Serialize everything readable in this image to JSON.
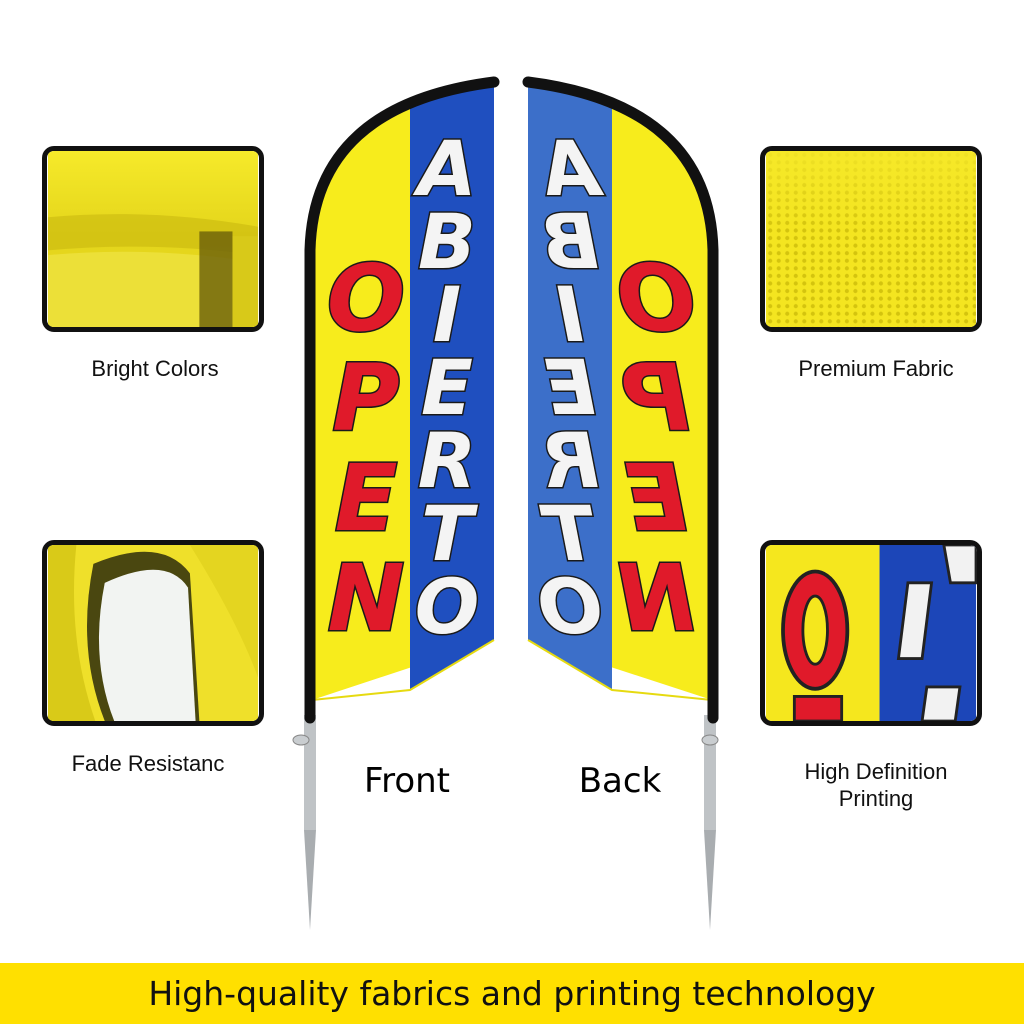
{
  "features": {
    "bright_colors": "Bright Colors",
    "premium_fabric": "Premium Fabric",
    "fade_resistance": "Fade Resistanc",
    "hd_printing_line1": "High Definition",
    "hd_printing_line2": "Printing"
  },
  "flags": {
    "front_label": "Front",
    "back_label": "Back",
    "word_red": "OPEN",
    "word_white": "ABIERTO"
  },
  "banner": {
    "text": "High-quality fabrics and printing technology"
  },
  "colors": {
    "yellow": "#f7ec1c",
    "blue": "#1f4fbf",
    "red": "#e01a2a",
    "banner": "#ffe000"
  }
}
